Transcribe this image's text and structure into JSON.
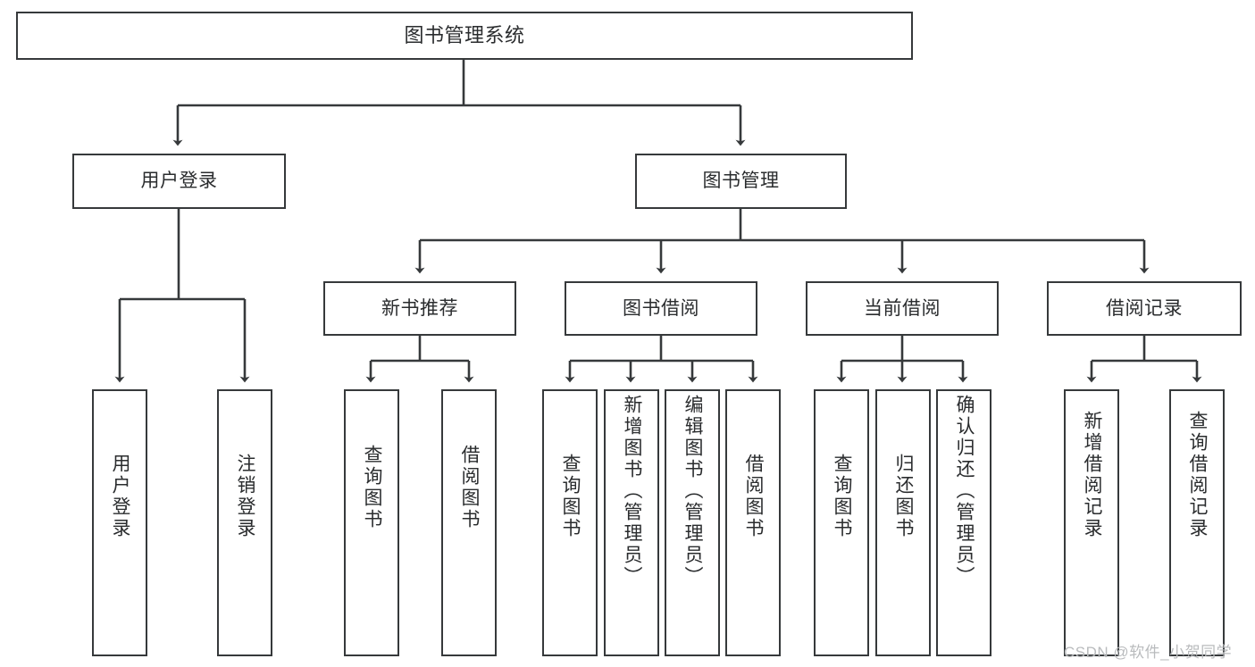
{
  "diagram": {
    "title": "图书管理系统",
    "type": "tree-hierarchy",
    "root": {
      "label": "图书管理系统"
    },
    "level2": [
      {
        "label": "用户登录"
      },
      {
        "label": "图书管理"
      }
    ],
    "level3": [
      {
        "label": "新书推荐"
      },
      {
        "label": "图书借阅"
      },
      {
        "label": "当前借阅"
      },
      {
        "label": "借阅记录"
      }
    ],
    "leaves": {
      "user_login": [
        {
          "label": "用户登录"
        },
        {
          "label": "注销登录"
        }
      ],
      "new_book_recommend": [
        {
          "label": "查询图书"
        },
        {
          "label": "借阅图书"
        }
      ],
      "book_borrow": [
        {
          "label": "查询图书"
        },
        {
          "label": "新增图书（管理员）"
        },
        {
          "label": "编辑图书（管理员）"
        },
        {
          "label": "借阅图书"
        }
      ],
      "current_borrow": [
        {
          "label": "查询图书"
        },
        {
          "label": "归还图书"
        },
        {
          "label": "确认归还（管理员）"
        }
      ],
      "borrow_record": [
        {
          "label": "新增借阅记录"
        },
        {
          "label": "查询借阅记录"
        }
      ]
    }
  },
  "watermark": {
    "text": "CSDN @软件_小贺同学"
  },
  "colors": {
    "stroke": "#36393b",
    "text": "#2a2c2e",
    "background": "#ffffff",
    "watermark": "#b9bbbd"
  }
}
